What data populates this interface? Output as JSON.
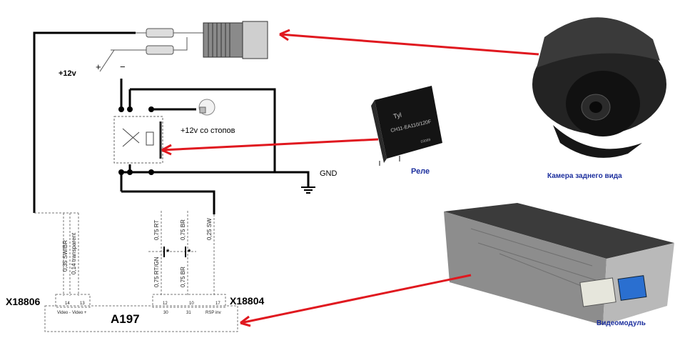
{
  "labels": {
    "plus12v": "+12v",
    "plus_sign": "+",
    "minus_sign": "−",
    "stop_lamp": "+12v со стопов",
    "gnd": "GND",
    "relay_caption": "Реле",
    "camera_caption": "Камера заднего вида",
    "videomodule_caption": "Видеомодуль",
    "connector_left": "X18806",
    "connector_right": "X18804",
    "module": "A197"
  },
  "relay_print": {
    "brand": "Tyl",
    "model": "CH11-EA110/120F",
    "code": "03089"
  },
  "wires": {
    "w1": "0,35 SW/BR",
    "w2": "0,14 transparent",
    "w3": "0,75 RT",
    "w4": "0,75 BR",
    "w5": "0,25 SW",
    "w6": "0,75 RT/GN",
    "w7": "0,75 BR",
    "sw_star_left": "*",
    "sw_star_right": "*"
  },
  "pins": {
    "p14": "14",
    "p13": "13",
    "p12": "12",
    "p10": "10",
    "p17": "17",
    "video_minus": "Video -",
    "video_plus": "Video +",
    "pin30": "30",
    "pin31": "31",
    "rsp_inv": "RSP inv"
  },
  "colors": {
    "arrow": "#e0181f",
    "wire": "#000000",
    "caption": "#1c2f9e",
    "dashed": "#777777"
  }
}
